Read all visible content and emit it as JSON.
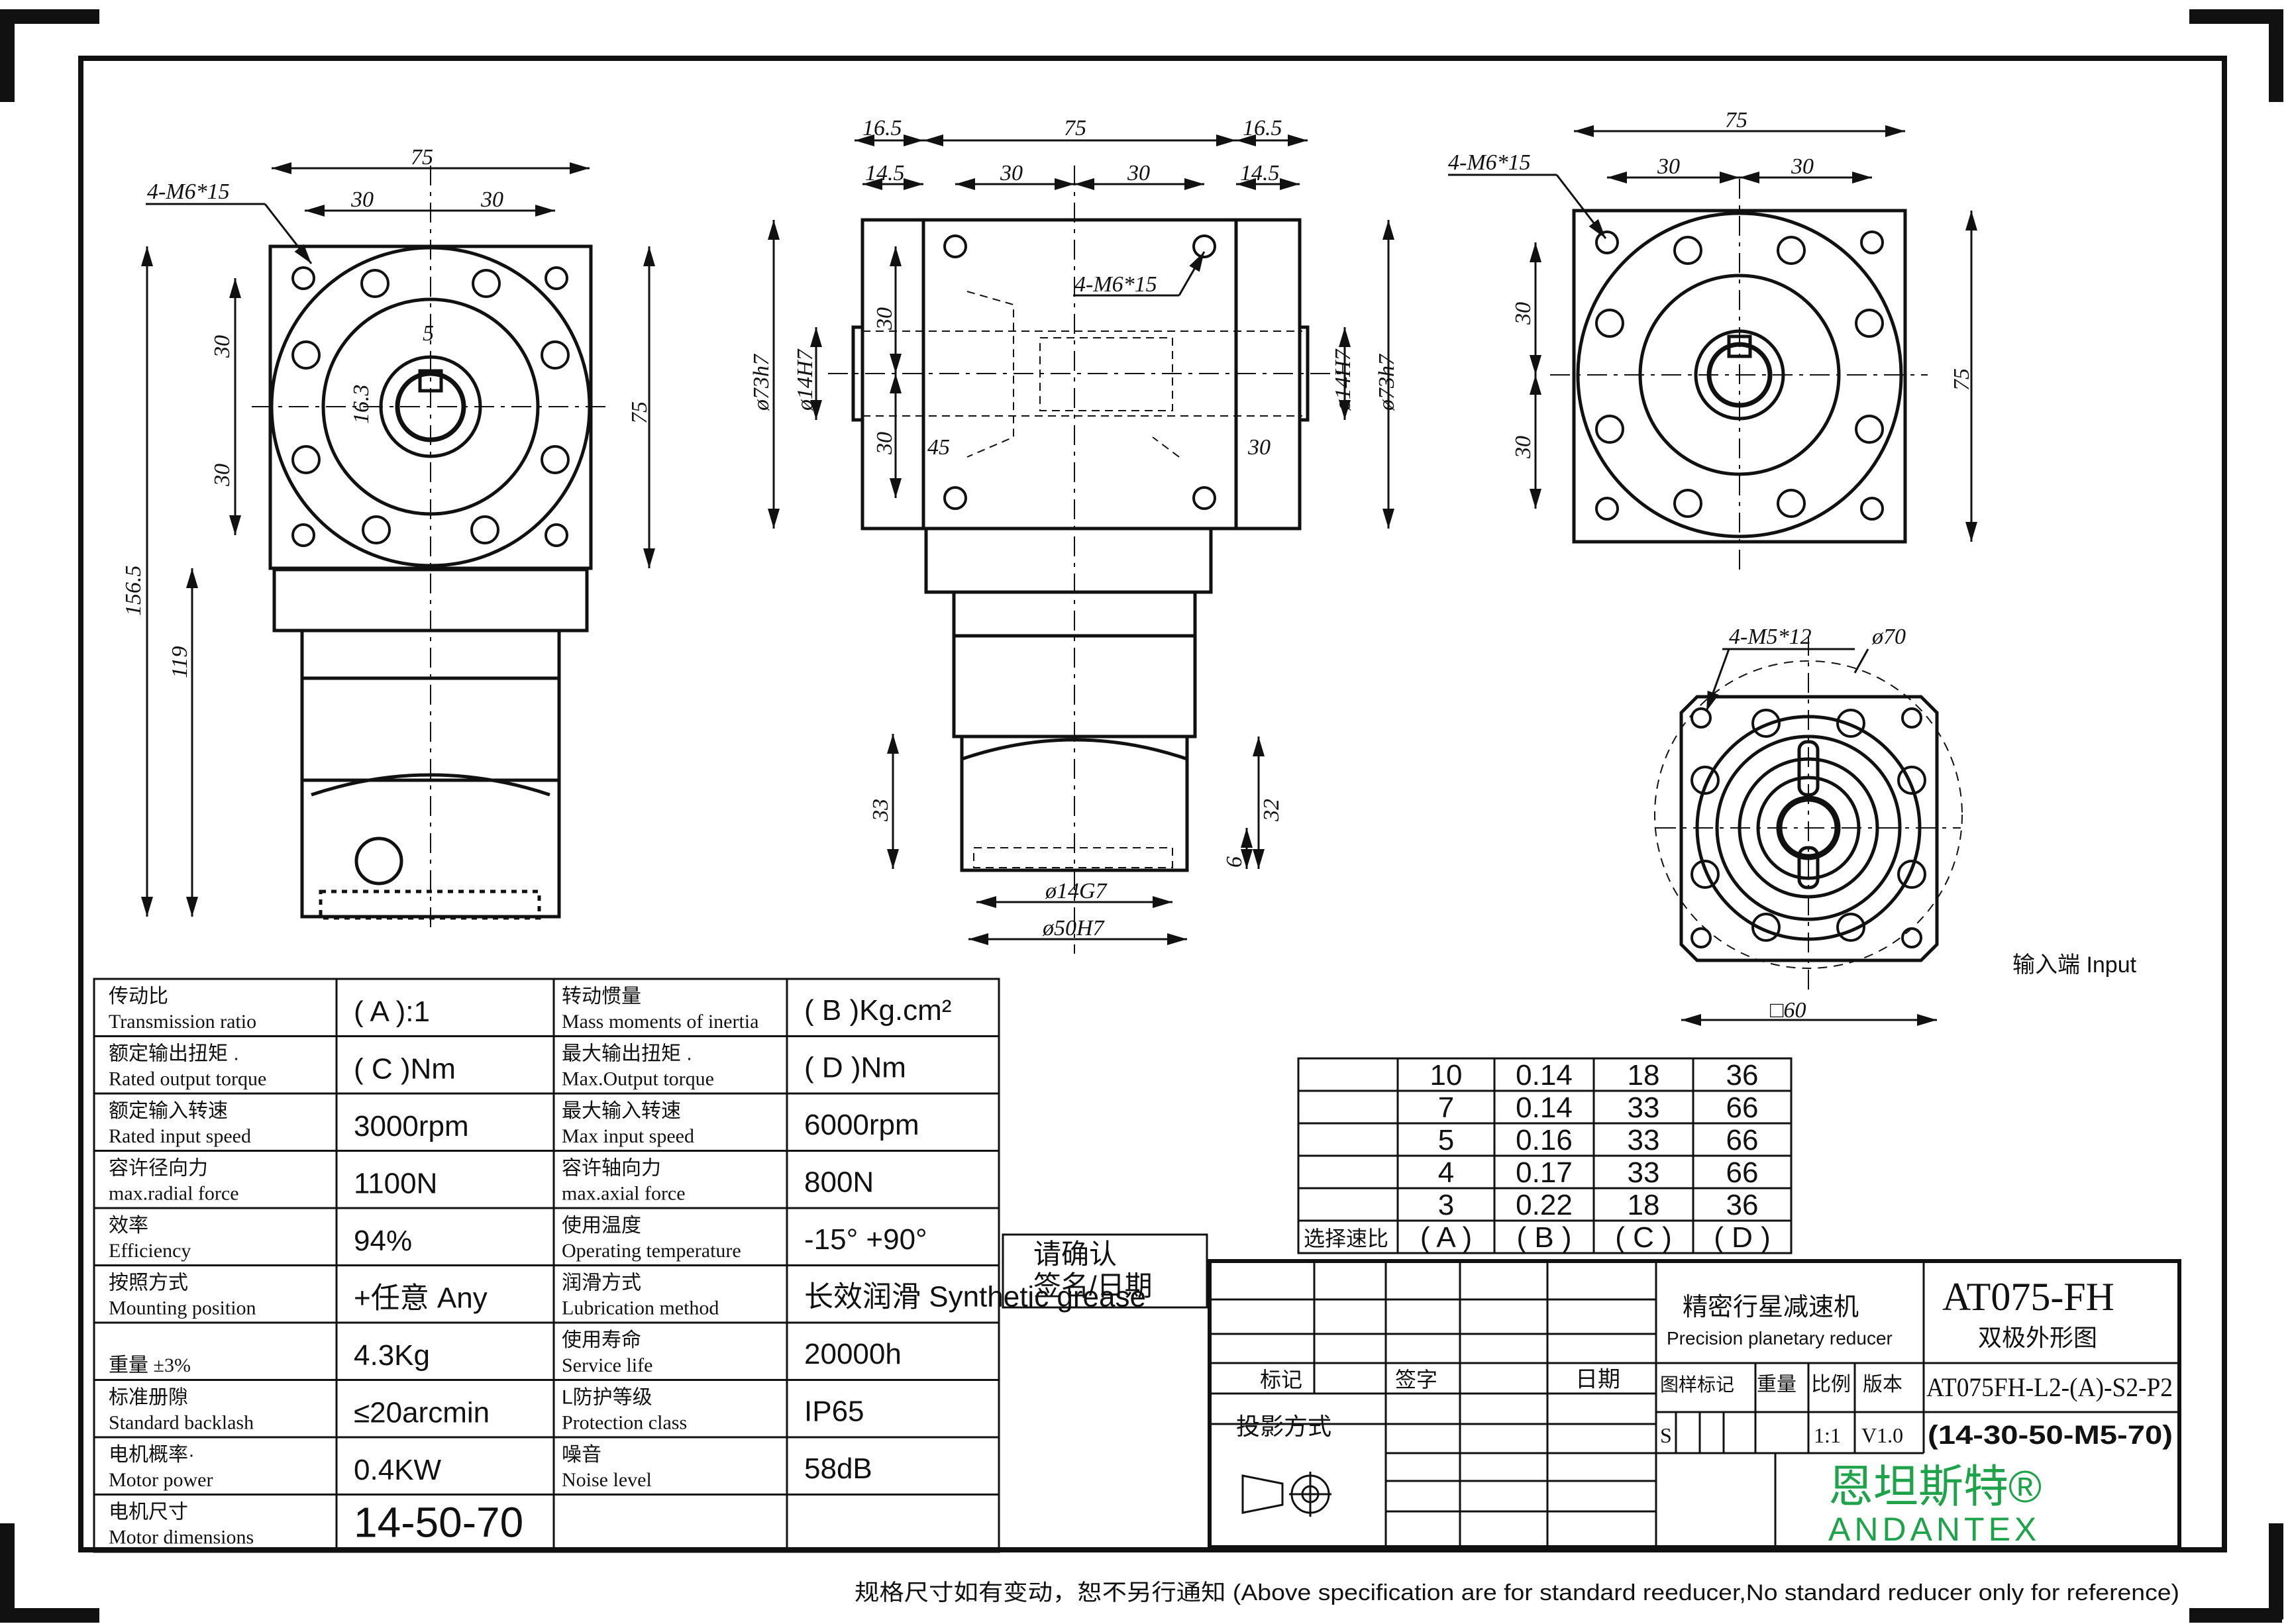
{
  "front_view": {
    "dims": {
      "width": "75",
      "half_left": "30",
      "half_right": "30",
      "holes": "4-M6*15",
      "key": "5",
      "shaft": "16.3",
      "v_top": "30",
      "v_bot": "30",
      "height": "75",
      "total": "156.5",
      "body": "119"
    }
  },
  "side_view": {
    "dims": {
      "w": "75",
      "l1": "16.5",
      "r1": "16.5",
      "l2": "14.5",
      "r2": "14.5",
      "h30a": "30",
      "h30b": "30",
      "v30a": "30",
      "v30b": "30",
      "d45": "45",
      "d30": "30",
      "holes": "4-M6*15",
      "dia73l": "ø73h7",
      "dia14l": "ø14H7",
      "dia14r": "ø14H7",
      "dia73r": "ø73h7",
      "h33": "33",
      "h32": "32",
      "h6": "6",
      "dia14c": "ø14G7",
      "dia50": "ø50H7"
    }
  },
  "rear_view": {
    "dims": {
      "w": "75",
      "h30a": "30",
      "h30b": "30",
      "holes": "4-M6*15",
      "v30a": "30",
      "v30b": "30",
      "h": "75"
    }
  },
  "input_view": {
    "dims": {
      "holes": "4-M5*12",
      "pcd": "ø70",
      "square": "□60"
    },
    "label": "输入端 Input"
  },
  "spec_table": {
    "rows": [
      {
        "l_cn": "传动比",
        "l_en": "Transmission ratio",
        "l_val": "( A ):1",
        "r_cn": "转动惯量",
        "r_en": "Mass moments of inertia",
        "r_val": "( B )Kg.cm²"
      },
      {
        "l_cn": "额定输出扭矩 .",
        "l_en": "Rated output torque",
        "l_val": "( C )Nm",
        "r_cn": "最大输出扭矩 .",
        "r_en": "Max.Output torque",
        "r_val": "( D )Nm"
      },
      {
        "l_cn": "额定输入转速",
        "l_en": "Rated input speed",
        "l_val": "3000rpm",
        "r_cn": "最大输入转速",
        "r_en": "Max input speed",
        "r_val": "6000rpm"
      },
      {
        "l_cn": "容许径向力",
        "l_en": "max.radial force",
        "l_val": "1100N",
        "r_cn": "容许轴向力",
        "r_en": "max.axial force",
        "r_val": "800N"
      },
      {
        "l_cn": "效率",
        "l_en": "Efficiency",
        "l_val": "94%",
        "r_cn": "使用温度",
        "r_en": "Operating temperature",
        "r_val": "-15° +90°"
      },
      {
        "l_cn": "按照方式",
        "l_en": "Mounting position",
        "l_val": "+任意 Any",
        "r_cn": "润滑方式",
        "r_en": "Lubrication method",
        "r_val": "长效润滑 Synthetic grease"
      },
      {
        "l_cn": "",
        "l_en": "重量 ±3%",
        "l_val": "4.3Kg",
        "r_cn": "使用寿命",
        "r_en": "Service life",
        "r_val": "20000h"
      },
      {
        "l_cn": "标准册隙",
        "l_en": "Standard backlash",
        "l_val": "≤20arcmin",
        "r_cn": "L防护等级",
        "r_en": "Protection class",
        "r_val": "IP65"
      },
      {
        "l_cn": "电机概率·",
        "l_en": "Motor power",
        "l_val": "0.4KW",
        "r_cn": "噪音",
        "r_en": "Noise level",
        "r_val": "58dB"
      },
      {
        "l_cn": "电机尺寸",
        "l_en": "Motor dimensions",
        "l_val": "14-50-70",
        "r_cn": "",
        "r_en": "",
        "r_val": ""
      }
    ]
  },
  "ratio_table": {
    "rows": [
      [
        "10",
        "0.14",
        "18",
        "36"
      ],
      [
        "7",
        "0.14",
        "33",
        "66"
      ],
      [
        "5",
        "0.16",
        "33",
        "66"
      ],
      [
        "4",
        "0.17",
        "33",
        "66"
      ],
      [
        "3",
        "0.22",
        "18",
        "36"
      ]
    ],
    "header_label": "选择速比",
    "headers": [
      "( A )",
      "( B )",
      "( C )",
      "( D )"
    ]
  },
  "confirm_box": {
    "line1": "请确认",
    "line2": "签名/日期"
  },
  "title_block": {
    "col_mark": "标记",
    "col_sign": "签字",
    "col_date": "日期",
    "projection": "投影方式",
    "product_cn": "精密行星减速机",
    "product_en": "Precision planetary reducer",
    "model": "AT075-FH",
    "drawing_name": "双极外形图",
    "h_drawing": "图样标记",
    "h_weight": "重量",
    "h_scale": "比例",
    "h_version": "版本",
    "part_no": "AT075FH-L2-(A)-S2-P2",
    "mark_s": "S",
    "scale": "1:1",
    "version": "V1.0",
    "motor_code": "(14-30-50-M5-70)",
    "brand_cn": "恩坦斯特®",
    "brand_en": "ANDANTEX",
    "brand_color": "#1fa34a"
  },
  "footer_note": "规格尺寸如有变动，恕不另行通知 (Above specification are for standard reeducer,No standard reducer only for reference)"
}
